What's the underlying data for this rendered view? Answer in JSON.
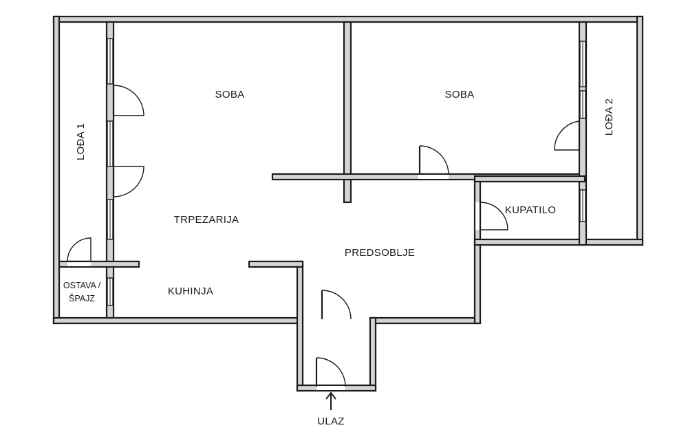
{
  "rooms": {
    "soba_left": "SOBA",
    "soba_right": "SOBA",
    "loda_1": "LOĐA 1",
    "loda_2": "LOĐA 2",
    "trpezarija": "TRPEZARIJA",
    "kuhinja": "KUHINJA",
    "ostava_line1": "OSTAVA /",
    "ostava_line2": "ŠPAJZ",
    "predsoblje": "PREDSOBLJE",
    "kupatilo": "KUPATILO"
  },
  "entrance": {
    "label": "ULAZ"
  },
  "colors": {
    "wall_fill": "#d4d4d4",
    "wall_stroke": "#1c1c1c",
    "background": "#ffffff"
  }
}
